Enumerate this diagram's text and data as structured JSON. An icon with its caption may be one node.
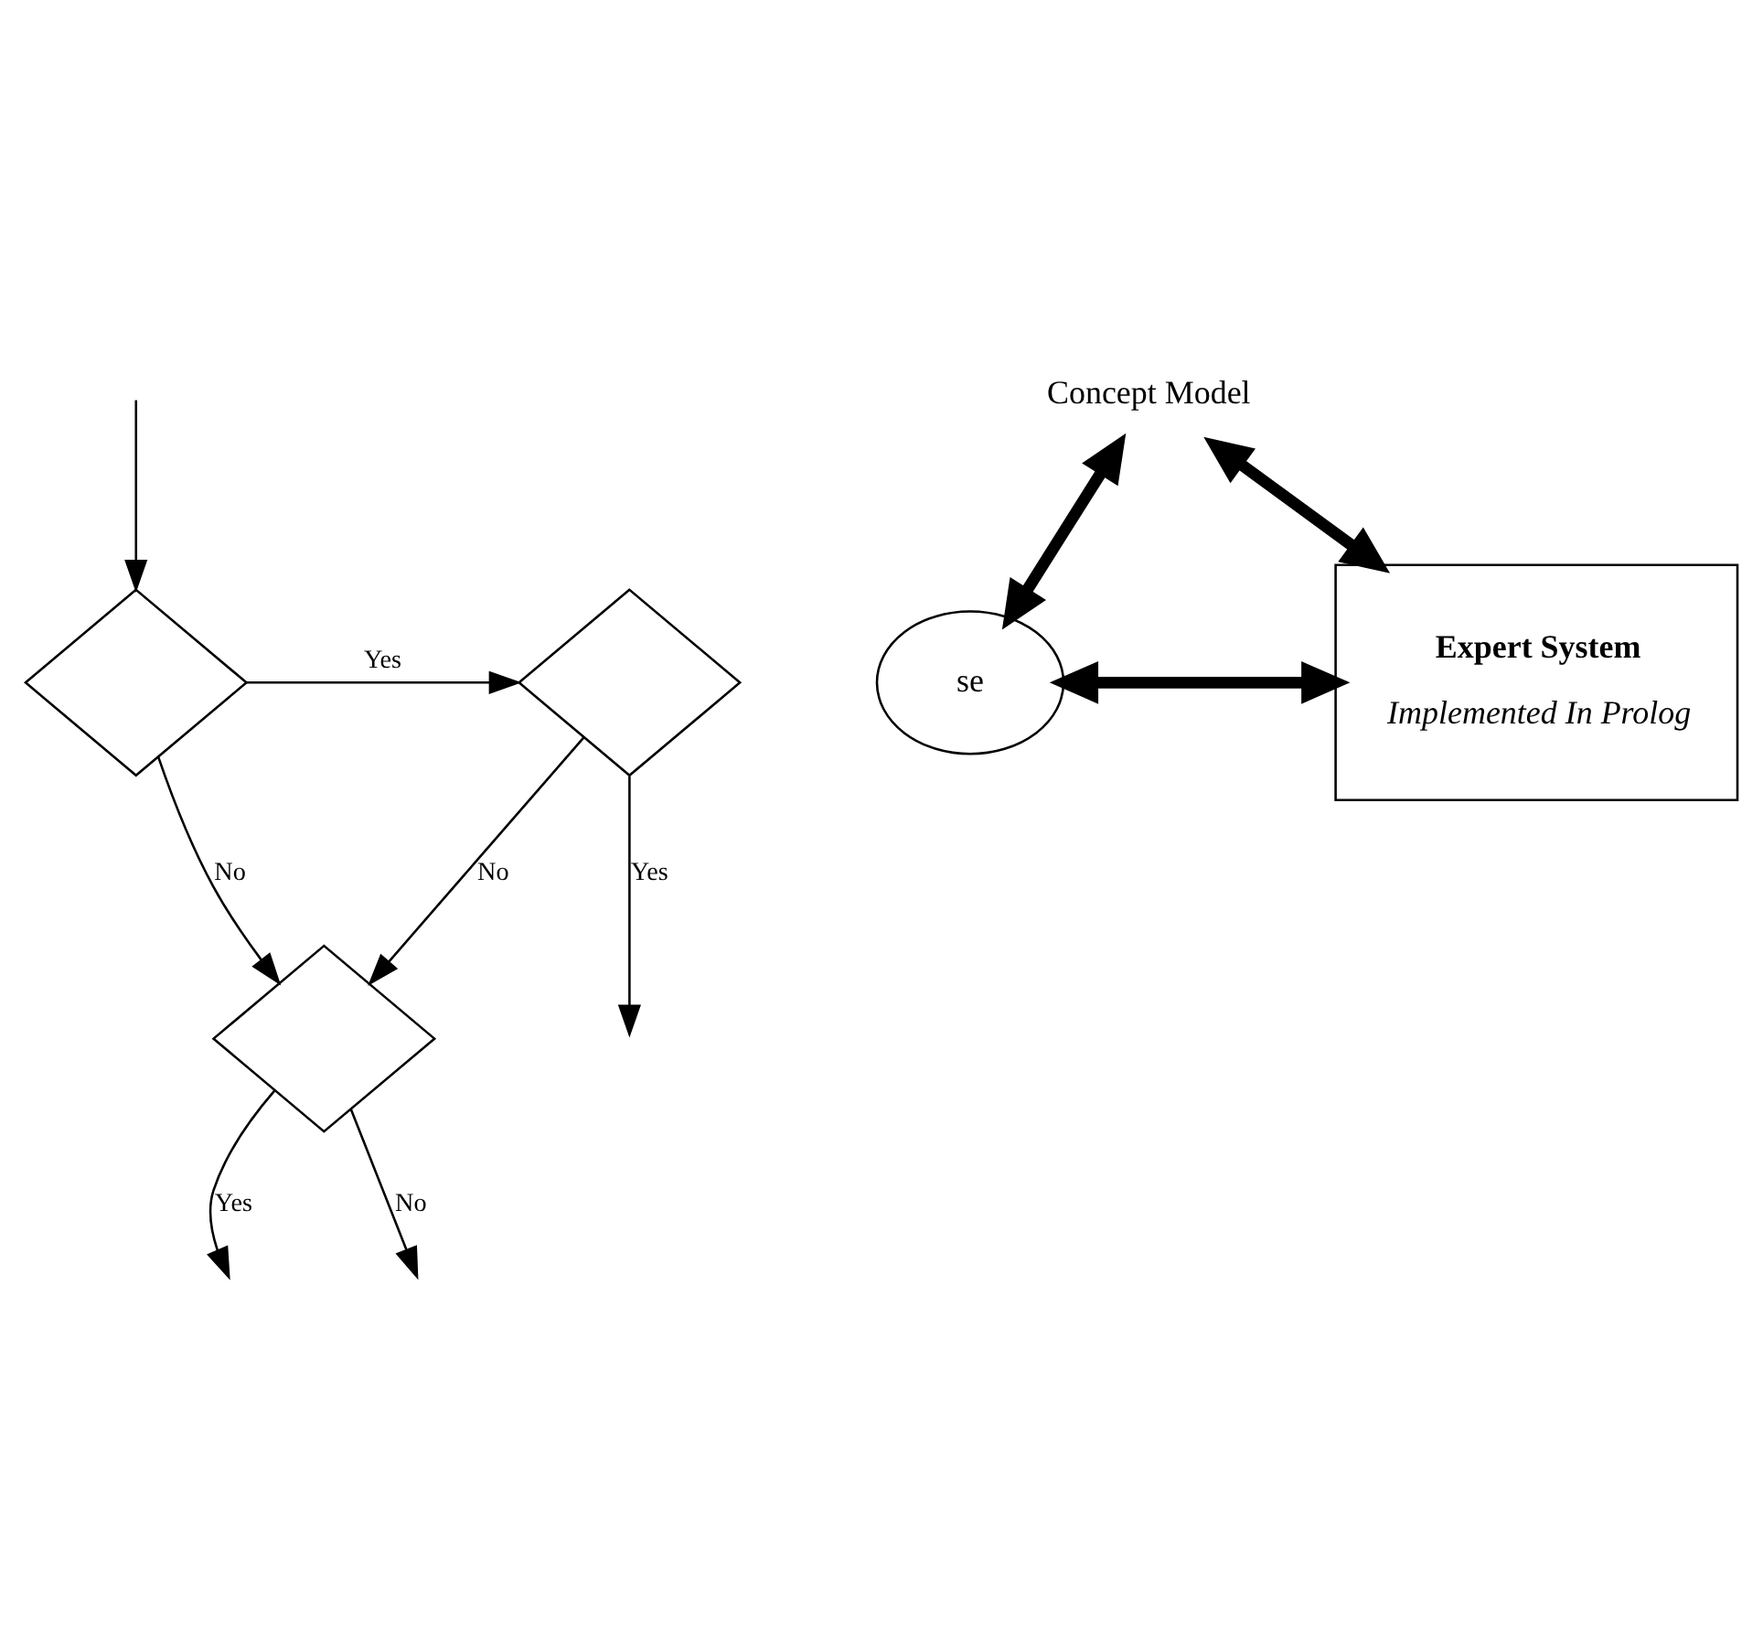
{
  "diagram": {
    "nodes": [
      {
        "text": [],
        "shape": "diamond"
      },
      {
        "text": [],
        "shape": "diamond"
      },
      {
        "text": [],
        "shape": "diamond"
      },
      {
        "text": [
          "Concept Model"
        ]
      },
      {
        "text": [
          "se"
        ]
      },
      {
        "text": [
          "Expert System",
          "Implemented In Prolog"
        ]
      }
    ],
    "edges": [
      {
        "from": null,
        "to": 0,
        "arrow": "to"
      },
      {
        "from": 0,
        "to": 1,
        "arrow": "to",
        "label": "Yes"
      },
      {
        "from": 0,
        "to": 2,
        "arrow": "to",
        "label": "No"
      },
      {
        "from": 1,
        "to": null,
        "arrow": "to",
        "label": "Yes"
      },
      {
        "from": 1,
        "to": 2,
        "arrow": "to",
        "label": "No"
      },
      {
        "from": 2,
        "to": null,
        "arrow": "to",
        "label": "Yes"
      },
      {
        "from": 2,
        "to": null,
        "arrow": "to",
        "label": "No"
      },
      {
        "from": 4,
        "to": 3,
        "arrow": "both",
        "style": "thick"
      },
      {
        "from": 3,
        "to": 5,
        "arrow": "both",
        "style": "thick"
      },
      {
        "from": 4,
        "to": 5,
        "arrow": "both",
        "style": "thick"
      }
    ]
  }
}
